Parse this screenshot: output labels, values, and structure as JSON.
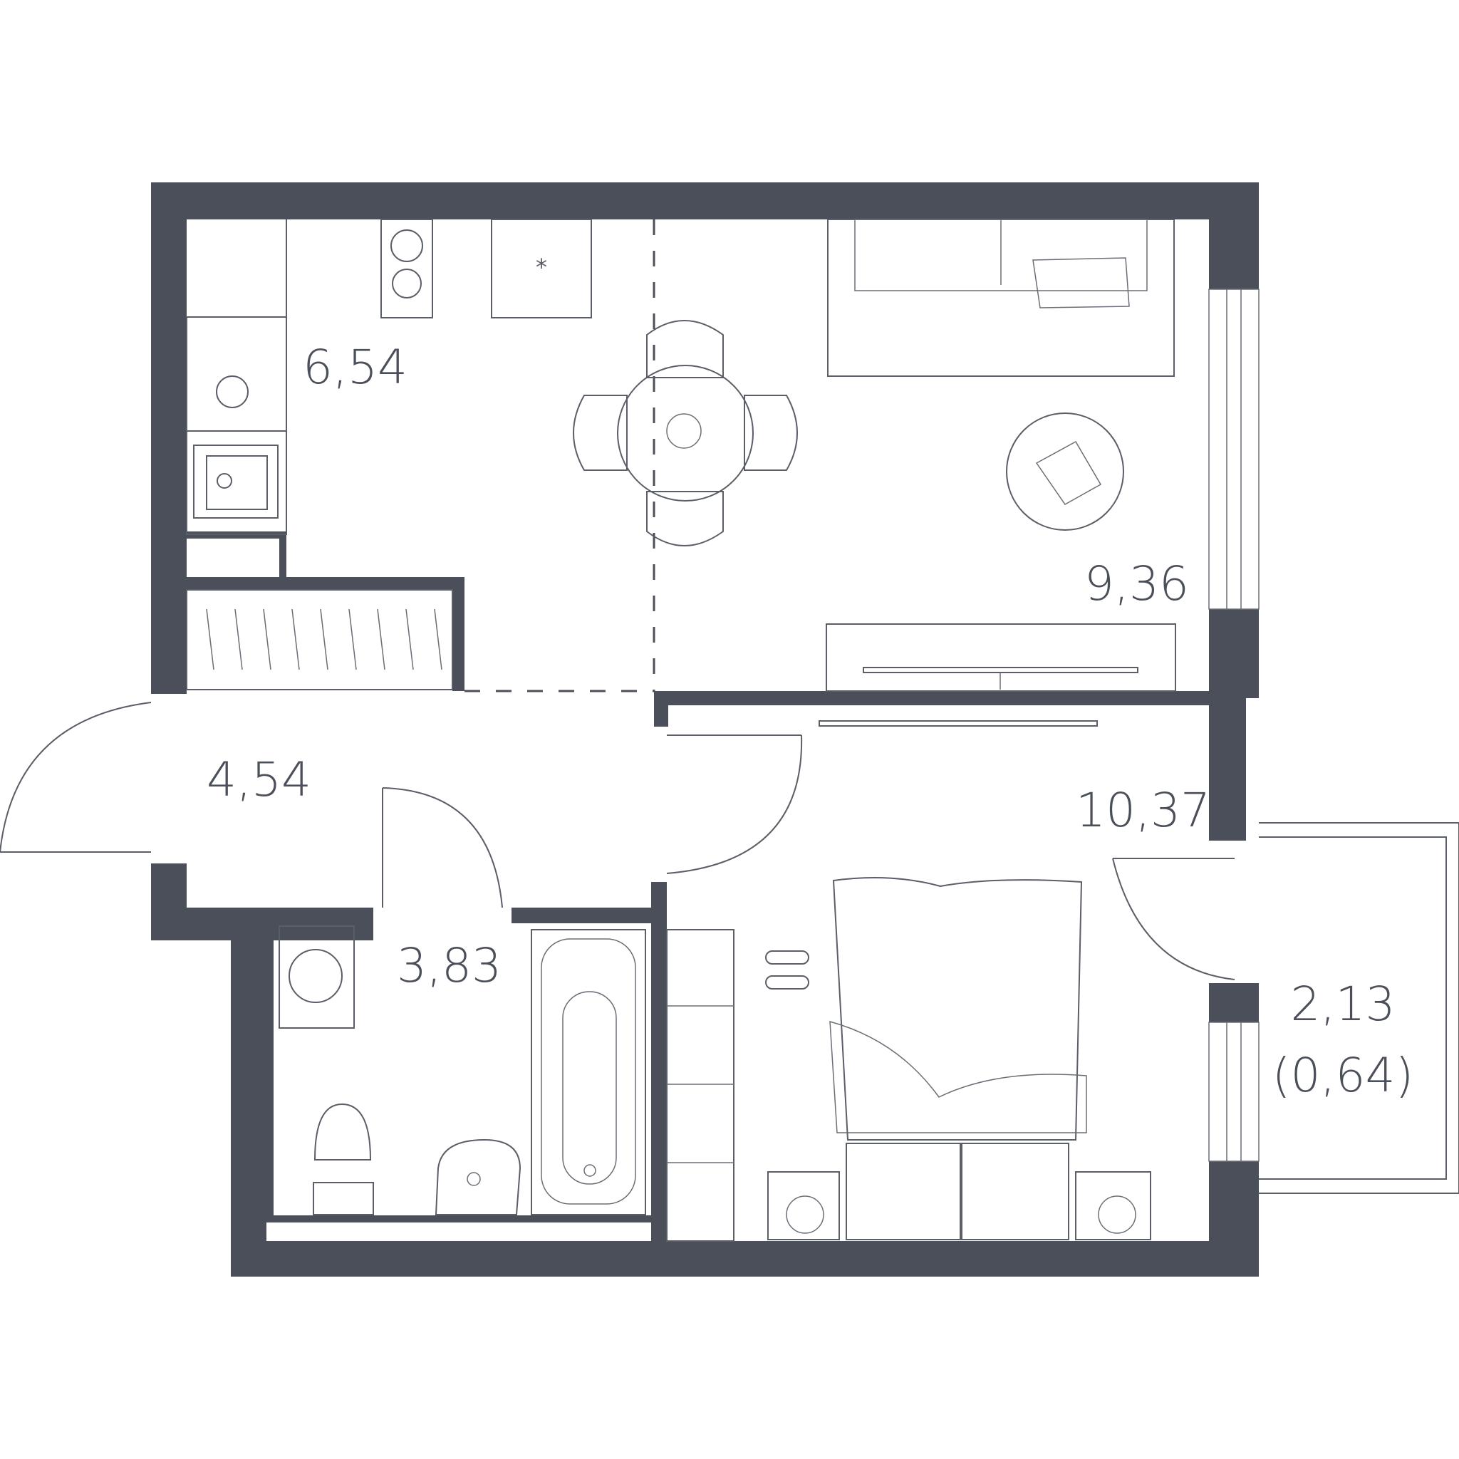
{
  "rooms": {
    "kitchen": {
      "area": "6,54"
    },
    "living_room": {
      "area": "9,36"
    },
    "hallway": {
      "area": "4,54"
    },
    "bedroom": {
      "area": "10,37"
    },
    "bathroom": {
      "area": "3,83"
    },
    "balcony": {
      "area": "2,13",
      "reduced_area": "(0,64)"
    }
  },
  "colors": {
    "walls": "#4b4f59",
    "furniture_lines": "#5a5e66",
    "background": "#ffffff"
  }
}
